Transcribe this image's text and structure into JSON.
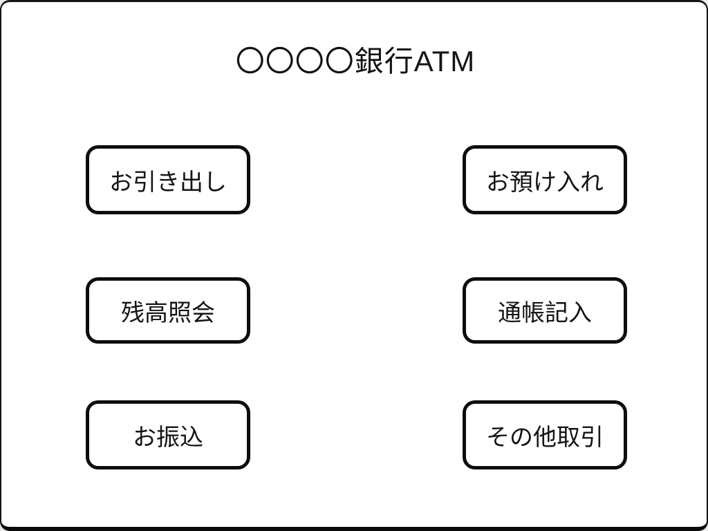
{
  "page": {
    "title": "〇〇〇〇銀行ATM"
  },
  "buttons": [
    {
      "id": "withdrawal",
      "label": "お引き出し"
    },
    {
      "id": "deposit",
      "label": "お預け入れ"
    },
    {
      "id": "balance-inquiry",
      "label": "残高照会"
    },
    {
      "id": "passbook-entry",
      "label": "通帳記入"
    },
    {
      "id": "transfer",
      "label": "お振込"
    },
    {
      "id": "other-transactions",
      "label": "その他取引"
    }
  ],
  "colors": {
    "frame_border": "#141414",
    "button_border": "#0d0d0d",
    "background": "#ffffff",
    "text": "#141414"
  }
}
